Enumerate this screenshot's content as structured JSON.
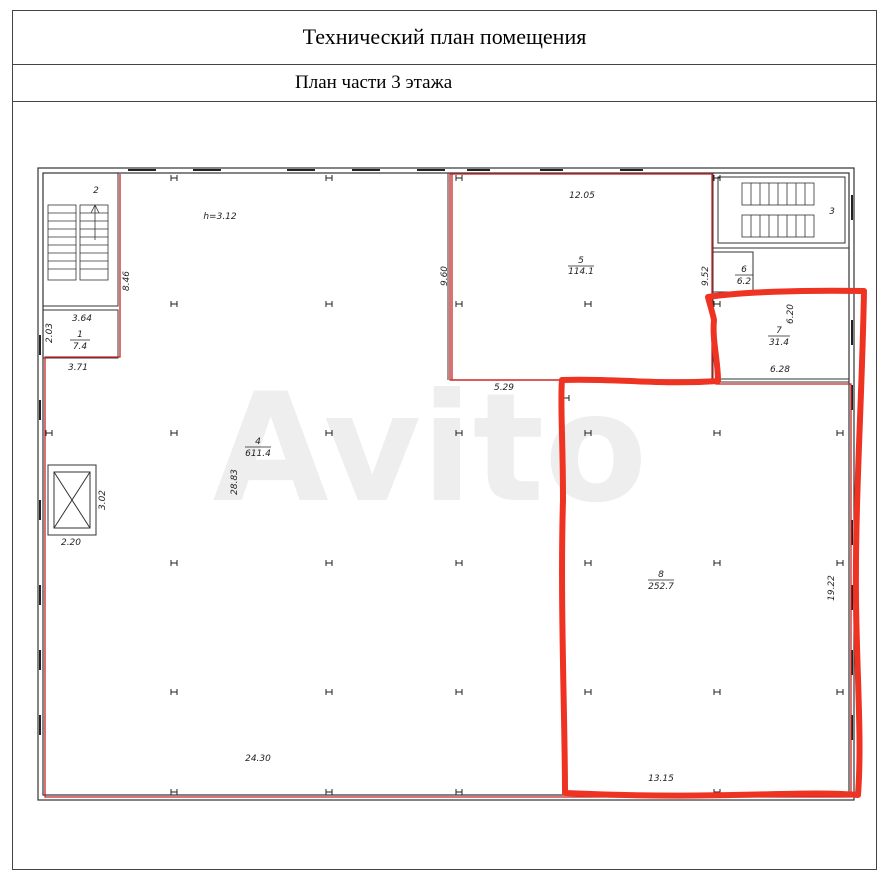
{
  "header": {
    "title": "Технический план помещения",
    "subtitle": "План части 3 этажа"
  },
  "watermark": "Avito",
  "colors": {
    "wall": "#333333",
    "boundary": "#cc2222",
    "highlight": "#ee3322"
  },
  "rooms": [
    {
      "number": "1",
      "area": "7.4"
    },
    {
      "number": "2",
      "area": ""
    },
    {
      "number": "3",
      "area": ""
    },
    {
      "number": "4",
      "area": "611.4"
    },
    {
      "number": "5",
      "area": "114.1"
    },
    {
      "number": "6",
      "area": "6.2"
    },
    {
      "number": "7",
      "area": "31.4"
    },
    {
      "number": "8",
      "area": "252.7"
    }
  ],
  "dimensions": {
    "height": "h=3.12",
    "d_12_05": "12.05",
    "d_9_60": "9.60",
    "d_9_52": "9.52",
    "d_8_46": "8.46",
    "d_3_64": "3.64",
    "d_2_03": "2.03",
    "d_3_71": "3.71",
    "d_3_02": "3.02",
    "d_2_20": "2.20",
    "d_28_83": "28.83",
    "d_24_30": "24.30",
    "d_5_29": "5.29",
    "d_6_20": "6.20",
    "d_6_28": "6.28",
    "d_19_22": "19.22",
    "d_13_15": "13.15"
  }
}
